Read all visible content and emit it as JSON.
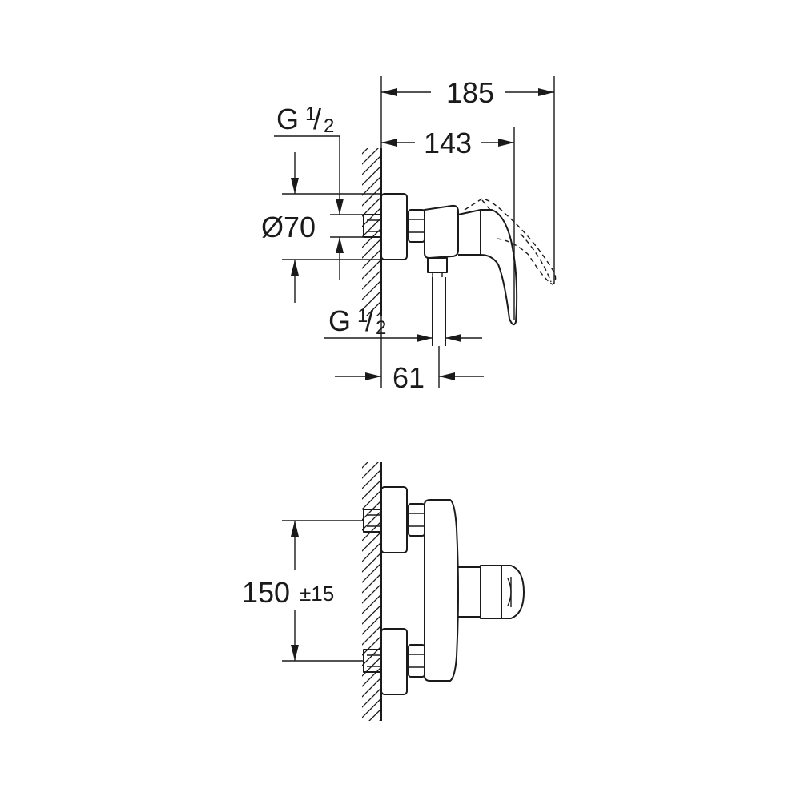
{
  "dimensions": {
    "overall_depth": "185",
    "spout_depth": "143",
    "thread_top": {
      "letter": "G",
      "numerator": "1",
      "slash": "/",
      "denominator": "2"
    },
    "diameter": "Ø70",
    "thread_bottom": {
      "letter": "G",
      "numerator": "1",
      "slash": "/",
      "denominator": "2"
    },
    "outlet_offset": "61",
    "centre_distance": "150",
    "tolerance": "±15"
  }
}
